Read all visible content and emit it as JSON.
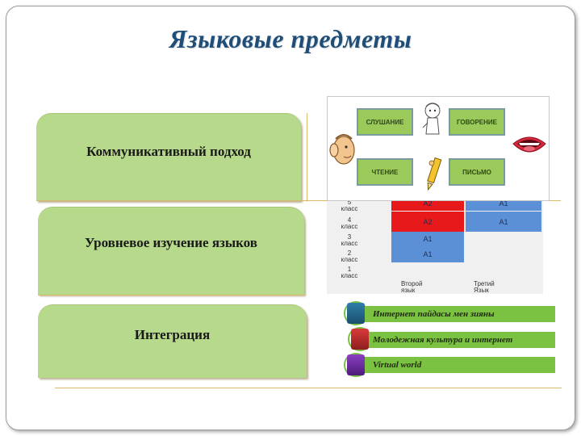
{
  "title": "Языковые предметы",
  "rows": [
    {
      "label": "Коммуникативный подход"
    },
    {
      "label": "Уровневое изучение языков"
    },
    {
      "label": "Интеграция"
    }
  ],
  "skills": {
    "listening": "СЛУШАНИЕ",
    "speaking": "ГОВОРЕНИЕ",
    "reading": "ЧТЕНИЕ",
    "writing": "ПИСЬМО"
  },
  "levels": {
    "grades": [
      {
        "num": "5",
        "word": "класс"
      },
      {
        "num": "4",
        "word": "класс"
      },
      {
        "num": "3",
        "word": "класс"
      },
      {
        "num": "2",
        "word": "класс"
      },
      {
        "num": "1",
        "word": "класс"
      }
    ],
    "columns": [
      {
        "line1": "Второй",
        "line2": "язык"
      },
      {
        "line1": "Третий",
        "line2": "Язык"
      }
    ],
    "second_language": [
      "A2",
      "A2",
      "A1",
      "A1",
      ""
    ],
    "third_language": [
      "A1",
      "A1",
      "",
      "",
      ""
    ],
    "colors": {
      "red": "#e8191a",
      "blue": "#5b8fd6"
    }
  },
  "integration": [
    {
      "text": "Интернет пайдасы мен зияны"
    },
    {
      "text": "Молодежная культура и интернет"
    },
    {
      "text": "Virtual world"
    }
  ],
  "colors": {
    "title": "#1f4e79",
    "tab": "#b7d98b",
    "accent_green": "#7cc242"
  }
}
